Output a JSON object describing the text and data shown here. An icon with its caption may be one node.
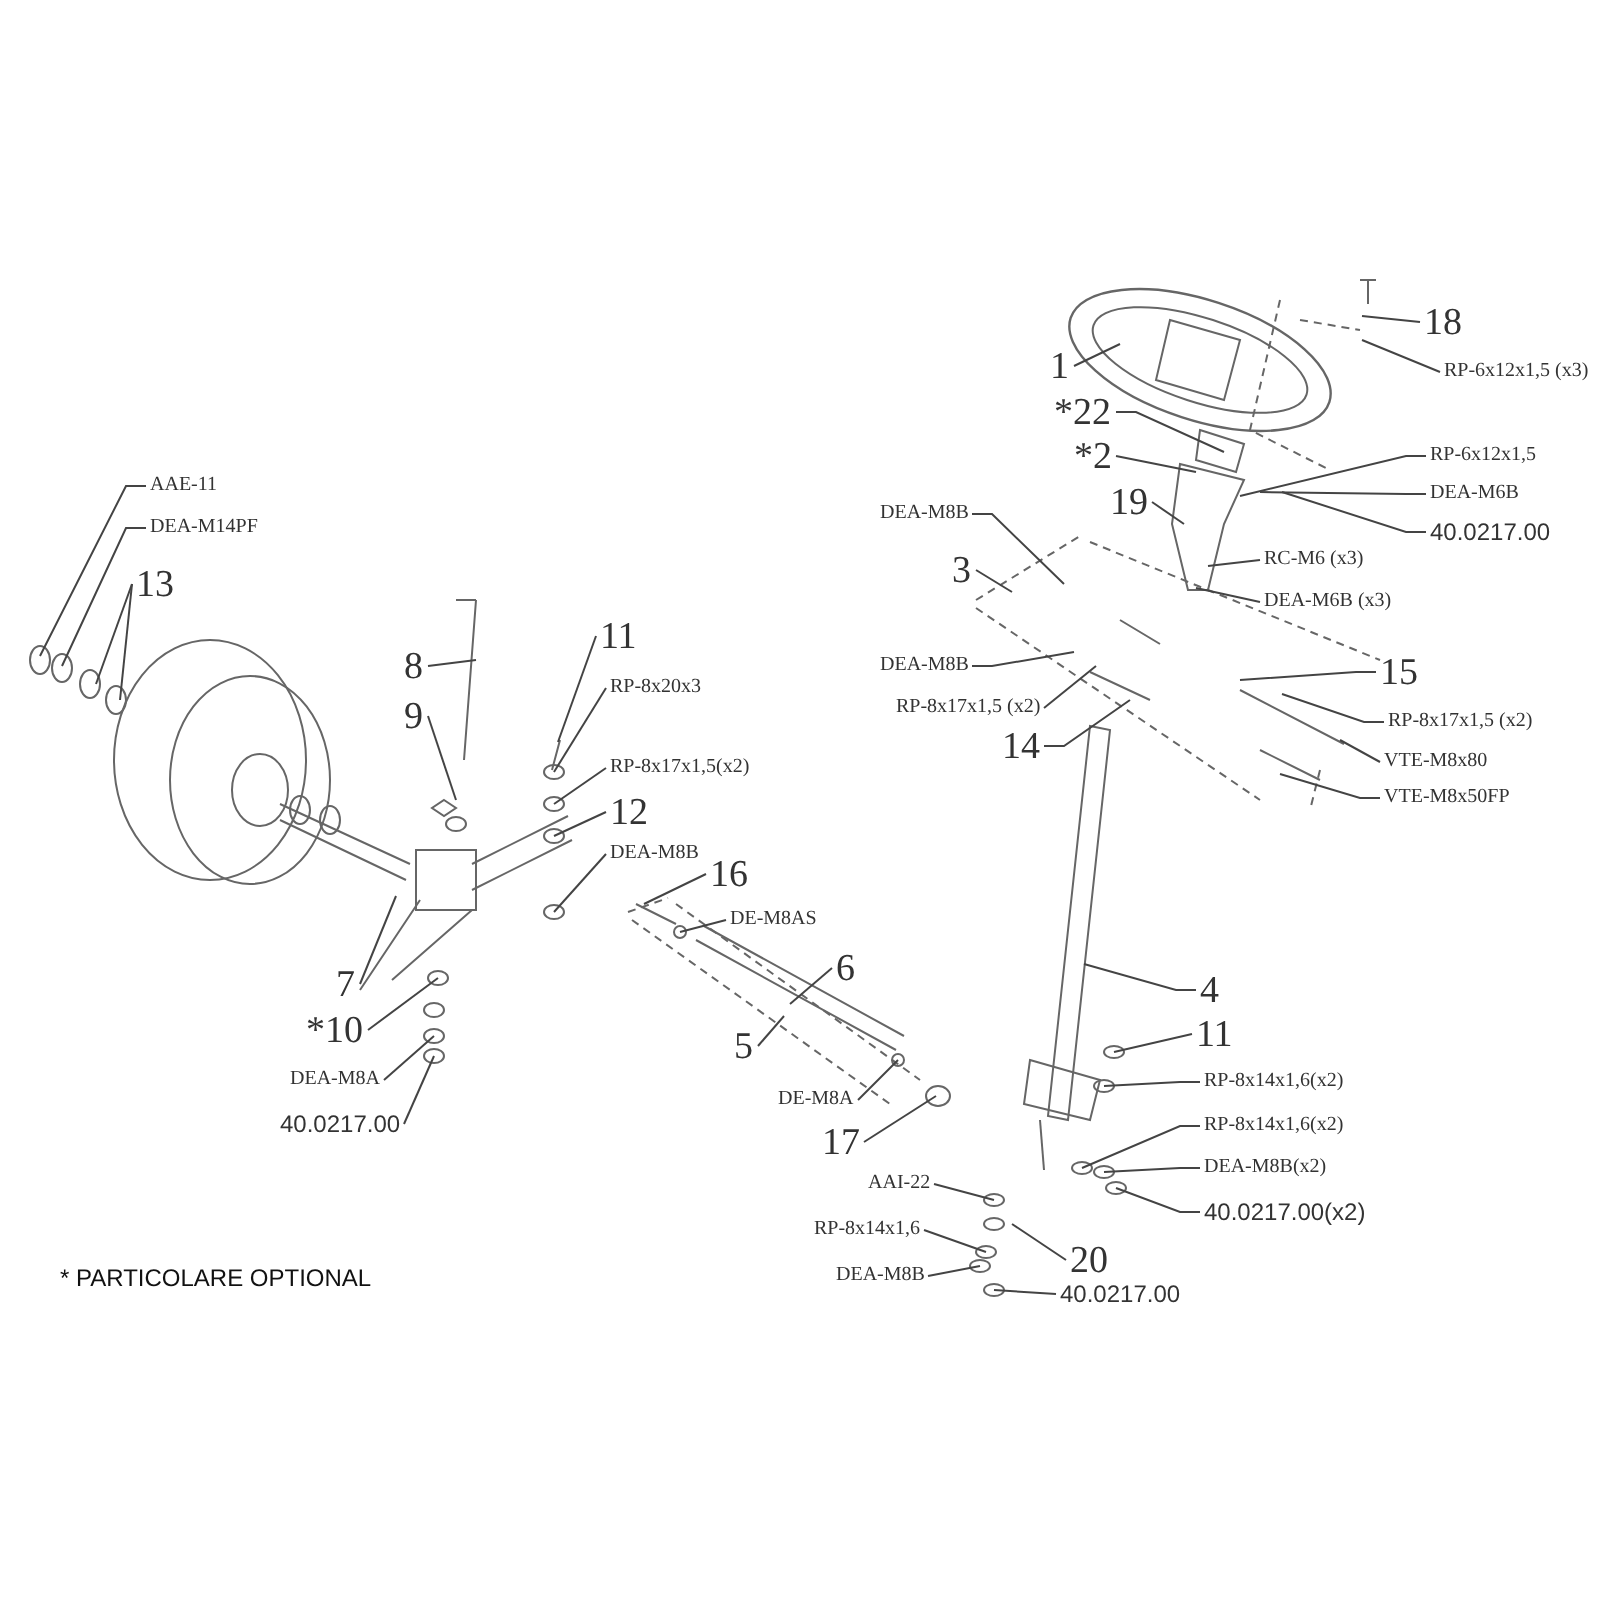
{
  "diagram": {
    "nodes": [
      {
        "text": [
          "18"
        ]
      },
      {
        "text": [
          "RP-6x12x1,5 (x3)"
        ]
      },
      {
        "text": [
          "1"
        ]
      },
      {
        "text": [
          "*22"
        ]
      },
      {
        "text": [
          "*2"
        ]
      },
      {
        "text": [
          "RP-6x12x1,5"
        ]
      },
      {
        "text": [
          "DEA-M6B"
        ]
      },
      {
        "text": [
          "40.0217.00"
        ]
      },
      {
        "text": [
          "19"
        ]
      },
      {
        "text": [
          "RC-M6 (x3)"
        ]
      },
      {
        "text": [
          "DEA-M6B (x3)"
        ]
      },
      {
        "text": [
          "DEA-M8B"
        ]
      },
      {
        "text": [
          "3"
        ]
      },
      {
        "text": [
          "DEA-M8B"
        ]
      },
      {
        "text": [
          "RP-8x17x1,5 (x2)"
        ]
      },
      {
        "text": [
          "15"
        ]
      },
      {
        "text": [
          "RP-8x17x1,5 (x2)"
        ]
      },
      {
        "text": [
          "VTE-M8x80"
        ]
      },
      {
        "text": [
          "VTE-M8x50FP"
        ]
      },
      {
        "text": [
          "14"
        ]
      },
      {
        "text": [
          "4"
        ]
      },
      {
        "text": [
          "AAE-11"
        ]
      },
      {
        "text": [
          "DEA-M14PF"
        ]
      },
      {
        "text": [
          "13"
        ]
      },
      {
        "text": [
          "8"
        ]
      },
      {
        "text": [
          "11"
        ]
      },
      {
        "text": [
          "RP-8x20x3"
        ]
      },
      {
        "text": [
          "9"
        ]
      },
      {
        "text": [
          "RP-8x17x1,5(x2)"
        ]
      },
      {
        "text": [
          "12"
        ]
      },
      {
        "text": [
          "DEA-M8B"
        ]
      },
      {
        "text": [
          "7"
        ]
      },
      {
        "text": [
          "*10"
        ]
      },
      {
        "text": [
          "DEA-M8A"
        ]
      },
      {
        "text": [
          "40.0217.00"
        ]
      },
      {
        "text": [
          "16"
        ]
      },
      {
        "text": [
          "DE-M8AS"
        ]
      },
      {
        "text": [
          "6"
        ]
      },
      {
        "text": [
          "5"
        ]
      },
      {
        "text": [
          "DE-M8A"
        ]
      },
      {
        "text": [
          "17"
        ]
      },
      {
        "text": [
          "11"
        ]
      },
      {
        "text": [
          "RP-8x14x1,6(x2)"
        ]
      },
      {
        "text": [
          "RP-8x14x1,6(x2)"
        ]
      },
      {
        "text": [
          "DEA-M8B(x2)"
        ]
      },
      {
        "text": [
          "40.0217.00(x2)"
        ]
      },
      {
        "text": [
          "AAI-22"
        ]
      },
      {
        "text": [
          "20"
        ]
      },
      {
        "text": [
          "RP-8x14x1,6"
        ]
      },
      {
        "text": [
          "DEA-M8B"
        ]
      },
      {
        "text": [
          "40.0217.00"
        ]
      }
    ],
    "edges": [
      {
        "from": 0,
        "to": null,
        "arrow": "none"
      },
      {
        "from": 1,
        "to": null,
        "arrow": "none"
      },
      {
        "from": 2,
        "to": null,
        "arrow": "none"
      },
      {
        "from": 3,
        "to": null,
        "arrow": "none"
      },
      {
        "from": 4,
        "to": null,
        "arrow": "none"
      },
      {
        "from": 5,
        "to": null,
        "arrow": "none"
      },
      {
        "from": 6,
        "to": null,
        "arrow": "none"
      },
      {
        "from": 7,
        "to": null,
        "arrow": "none"
      },
      {
        "from": 8,
        "to": null,
        "arrow": "none"
      },
      {
        "from": 9,
        "to": null,
        "arrow": "none"
      },
      {
        "from": 10,
        "to": null,
        "arrow": "none"
      },
      {
        "from": 11,
        "to": null,
        "arrow": "none"
      },
      {
        "from": 12,
        "to": null,
        "arrow": "none"
      },
      {
        "from": 13,
        "to": null,
        "arrow": "none"
      },
      {
        "from": 14,
        "to": null,
        "arrow": "none"
      },
      {
        "from": 15,
        "to": null,
        "arrow": "none"
      },
      {
        "from": 16,
        "to": null,
        "arrow": "none"
      },
      {
        "from": 17,
        "to": null,
        "arrow": "none"
      },
      {
        "from": 18,
        "to": null,
        "arrow": "none"
      },
      {
        "from": 19,
        "to": null,
        "arrow": "none"
      },
      {
        "from": 20,
        "to": null,
        "arrow": "none"
      },
      {
        "from": 21,
        "to": null,
        "arrow": "none"
      },
      {
        "from": 22,
        "to": null,
        "arrow": "none"
      },
      {
        "from": 23,
        "to": null,
        "arrow": "none"
      },
      {
        "from": 23,
        "to": null,
        "arrow": "none"
      },
      {
        "from": 24,
        "to": null,
        "arrow": "none"
      },
      {
        "from": 25,
        "to": null,
        "arrow": "none"
      },
      {
        "from": 26,
        "to": null,
        "arrow": "none"
      },
      {
        "from": 27,
        "to": null,
        "arrow": "none"
      },
      {
        "from": 28,
        "to": null,
        "arrow": "none"
      },
      {
        "from": 29,
        "to": null,
        "arrow": "none"
      },
      {
        "from": 30,
        "to": null,
        "arrow": "none"
      },
      {
        "from": 31,
        "to": null,
        "arrow": "none"
      },
      {
        "from": 32,
        "to": null,
        "arrow": "none"
      },
      {
        "from": 33,
        "to": null,
        "arrow": "none"
      },
      {
        "from": 34,
        "to": null,
        "arrow": "none"
      },
      {
        "from": 35,
        "to": null,
        "arrow": "none"
      },
      {
        "from": 36,
        "to": null,
        "arrow": "none"
      },
      {
        "from": 37,
        "to": null,
        "arrow": "none"
      },
      {
        "from": 38,
        "to": null,
        "arrow": "none"
      },
      {
        "from": 39,
        "to": null,
        "arrow": "none"
      },
      {
        "from": 40,
        "to": null,
        "arrow": "none"
      },
      {
        "from": 41,
        "to": null,
        "arrow": "none"
      },
      {
        "from": 42,
        "to": null,
        "arrow": "none"
      },
      {
        "from": 43,
        "to": null,
        "arrow": "none"
      },
      {
        "from": 44,
        "to": null,
        "arrow": "none"
      },
      {
        "from": 45,
        "to": null,
        "arrow": "none"
      },
      {
        "from": 46,
        "to": null,
        "arrow": "none"
      },
      {
        "from": 47,
        "to": null,
        "arrow": "none"
      },
      {
        "from": 48,
        "to": null,
        "arrow": "none"
      },
      {
        "from": 49,
        "to": null,
        "arrow": "none"
      },
      {
        "from": 50,
        "to": null,
        "arrow": "none"
      }
    ],
    "labels": [
      "* PARTICOLARE OPTIONAL"
    ]
  }
}
